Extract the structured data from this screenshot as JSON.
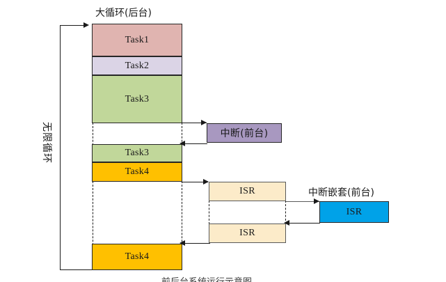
{
  "diagram": {
    "title_background_loop": "大循环(后台)",
    "label_interrupt_foreground": "中断(前台)",
    "label_nested_interrupt": "中断嵌套(前台)",
    "label_infinite_loop": "无限循环",
    "caption": "前后台系统运行示意图"
  },
  "colors": {
    "task1": "#E0B4B0",
    "task2": "#DBD4E6",
    "task3": "#C1D79A",
    "task4": "#FFC000",
    "interrupt": "#A898C0",
    "isr": "#FCEBC9",
    "isr_nested": "#00A2E8",
    "stroke": "#1a1a1a",
    "stroke_gray": "#595959"
  },
  "main_column": {
    "name": "大循环(后台)",
    "blocks": [
      {
        "label": "Task1",
        "color_key": "task1"
      },
      {
        "label": "Task2",
        "color_key": "task2"
      },
      {
        "label": "Task3",
        "color_key": "task3"
      },
      {
        "label": "",
        "color_key": "none"
      },
      {
        "label": "Task3",
        "color_key": "task3"
      },
      {
        "label": "Task4",
        "color_key": "task4"
      },
      {
        "label": "",
        "color_key": "none"
      },
      {
        "label": "Task4",
        "color_key": "task4"
      }
    ]
  },
  "interrupt_column": {
    "name": "中断(前台)",
    "blocks": [
      {
        "label": "中断(前台)",
        "color_key": "interrupt"
      }
    ]
  },
  "isr_column": {
    "name": "ISR",
    "blocks": [
      {
        "label": "ISR",
        "color_key": "isr"
      },
      {
        "label": "",
        "color_key": "none"
      },
      {
        "label": "ISR",
        "color_key": "isr"
      }
    ]
  },
  "nested_isr_column": {
    "name": "中断嵌套(前台)",
    "blocks": [
      {
        "label": "ISR",
        "color_key": "isr_nested"
      }
    ]
  }
}
